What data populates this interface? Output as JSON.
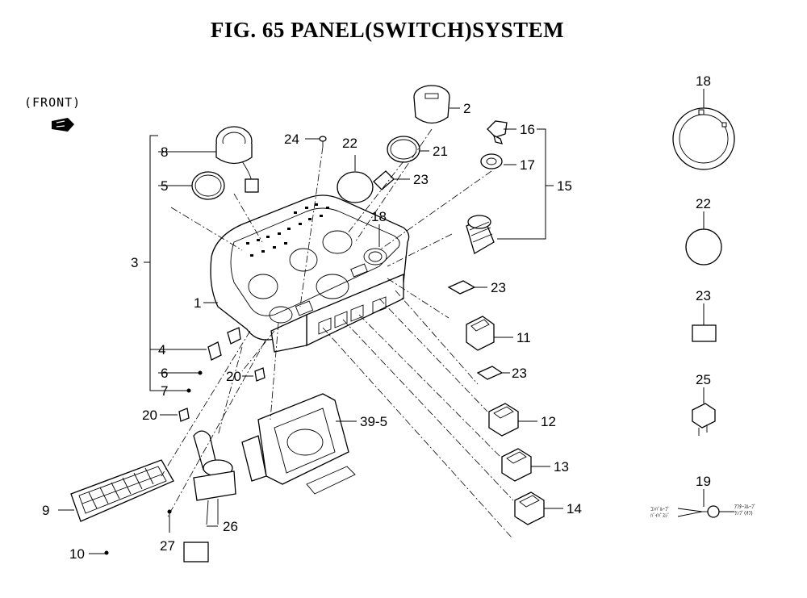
{
  "title": "FIG. 65  PANEL(SWITCH)SYSTEM",
  "front_label": "(FRONT)",
  "icons": {
    "front_arrow": "front-direction-arrow-icon"
  },
  "callouts": [
    {
      "id": "c1",
      "text": "1"
    },
    {
      "id": "c2",
      "text": "2"
    },
    {
      "id": "c3",
      "text": "3"
    },
    {
      "id": "c4",
      "text": "4"
    },
    {
      "id": "c5",
      "text": "5"
    },
    {
      "id": "c6",
      "text": "6"
    },
    {
      "id": "c7",
      "text": "7"
    },
    {
      "id": "c8",
      "text": "8"
    },
    {
      "id": "c9",
      "text": "9"
    },
    {
      "id": "c10",
      "text": "10"
    },
    {
      "id": "c11",
      "text": "11"
    },
    {
      "id": "c12",
      "text": "12"
    },
    {
      "id": "c13",
      "text": "13"
    },
    {
      "id": "c14",
      "text": "14"
    },
    {
      "id": "c15",
      "text": "15"
    },
    {
      "id": "c16",
      "text": "16"
    },
    {
      "id": "c17",
      "text": "17"
    },
    {
      "id": "c18a",
      "text": "18"
    },
    {
      "id": "c18b",
      "text": "18"
    },
    {
      "id": "c19",
      "text": "19"
    },
    {
      "id": "c20a",
      "text": "20"
    },
    {
      "id": "c20b",
      "text": "20"
    },
    {
      "id": "c21",
      "text": "21"
    },
    {
      "id": "c22a",
      "text": "22"
    },
    {
      "id": "c22b",
      "text": "22"
    },
    {
      "id": "c23a",
      "text": "23"
    },
    {
      "id": "c23b",
      "text": "23"
    },
    {
      "id": "c23c",
      "text": "23"
    },
    {
      "id": "c23d",
      "text": "23"
    },
    {
      "id": "c24",
      "text": "24"
    },
    {
      "id": "c25",
      "text": "25"
    },
    {
      "id": "c26",
      "text": "26"
    },
    {
      "id": "c27",
      "text": "27"
    },
    {
      "id": "c39_5",
      "text": "39-5"
    }
  ],
  "wiring_labels": {
    "left_line1": "ｺﾝﾊﾞﾙｰﾌﾟ",
    "left_line2": "ﾊﾞｲﾊﾟｽｼﾞ",
    "right_line1": "ｱﾌﾀｰｽﾙｰﾌﾟ",
    "right_line2": "ﾗﾝﾌﾟ(ｵﾌ)"
  }
}
